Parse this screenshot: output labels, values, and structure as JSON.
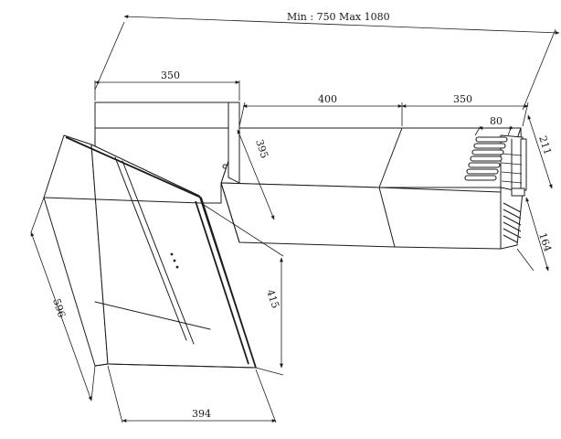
{
  "dimensions": {
    "overall_width": "Min : 750 Max 1080",
    "chimney_top_depth": "350",
    "duct_segment_length": "400",
    "duct_end_length": "350",
    "vent_width": "80",
    "duct_end_height_top": "211",
    "duct_end_height_bottom": "164",
    "chimney_height": "395",
    "glass_height": "415",
    "hood_height": "596",
    "hood_depth": "394"
  }
}
